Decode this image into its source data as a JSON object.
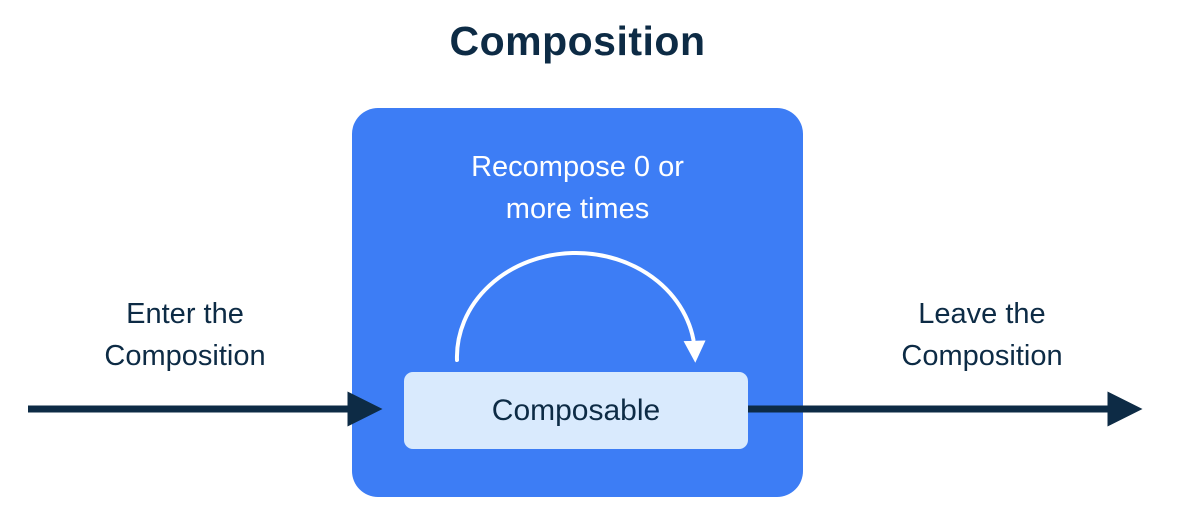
{
  "diagram": {
    "title": "Composition",
    "labels": {
      "enter": "Enter the\nComposition",
      "leave": "Leave the\nComposition",
      "recompose": "Recompose 0 or\nmore times",
      "composable": "Composable"
    },
    "colors": {
      "text_dark": "#0D2B45",
      "container_blue": "#3D7DF5",
      "composable_fill": "#D9EAFD",
      "arrow_dark": "#0D2B45",
      "arc_white": "#FFFFFF"
    }
  }
}
